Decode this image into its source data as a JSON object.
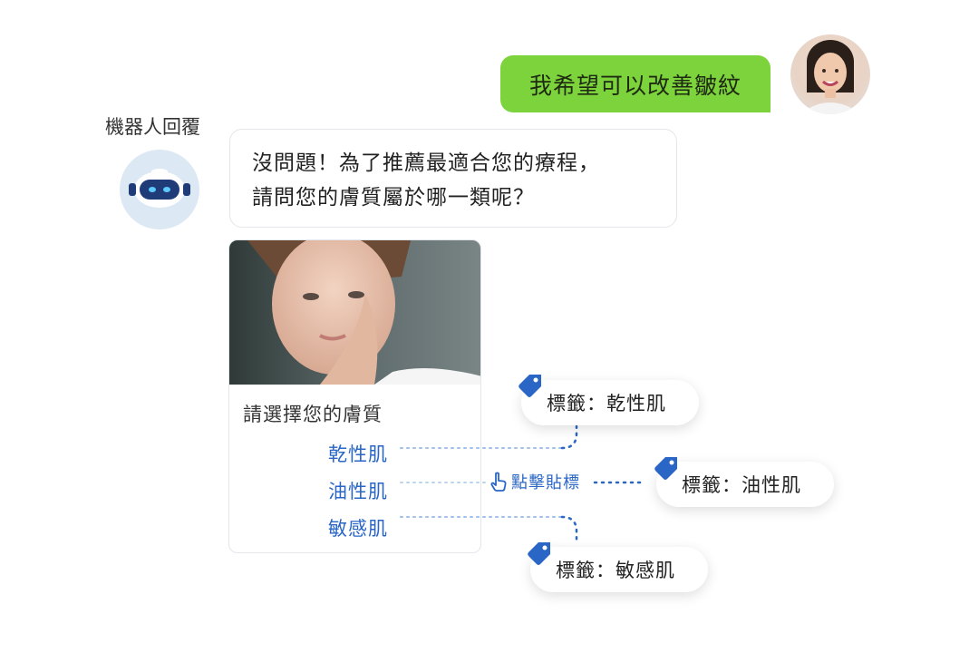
{
  "chat": {
    "user_message": "我希望可以改善皺紋",
    "bot_name": "機器人回覆",
    "bot_message_line1": "沒問題！為了推薦最適合您的療程，",
    "bot_message_line2": "請問您的膚質屬於哪一類呢？"
  },
  "card": {
    "title": "請選擇您的膚質",
    "options": [
      "乾性肌",
      "油性肌",
      "敏感肌"
    ]
  },
  "tags": {
    "dry": "標籤：乾性肌",
    "oily": "標籤：油性肌",
    "sensitive": "標籤：敏感肌"
  },
  "click_label": "點擊貼標",
  "icons": {
    "tag": "tag-icon",
    "click": "hand-pointer-icon",
    "bot": "robot-icon"
  },
  "colors": {
    "user_bubble": "#7cd33b",
    "link_blue": "#2a66c5",
    "tag_icon": "#2a66c5"
  }
}
